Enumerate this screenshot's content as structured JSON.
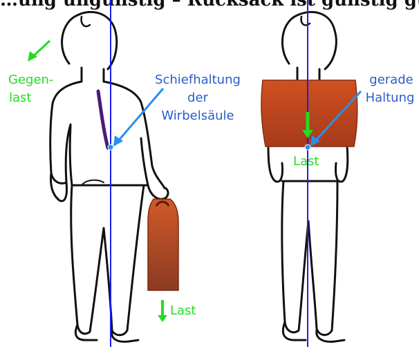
{
  "heading": "…ung ungünstig – Rucksack ist günstig günstig",
  "left_figure": {
    "counterload_label_1": "Gegen-",
    "counterload_label_2": "last",
    "posture_label_1": "Schiefhaltung",
    "posture_label_2": "der",
    "posture_label_3": "Wirbelsäule",
    "load_label": "Last"
  },
  "right_figure": {
    "posture_label_1": "gerade",
    "posture_label_2": "Haltung",
    "load_label": "Last"
  },
  "colors": {
    "outline": "#111111",
    "axis_line": "#1d1df0",
    "blue_arrow": "#2a8ff0",
    "green_arrow": "#22dd22",
    "bag": "#c0522a",
    "spine_tilt": "#4a1a7a"
  }
}
